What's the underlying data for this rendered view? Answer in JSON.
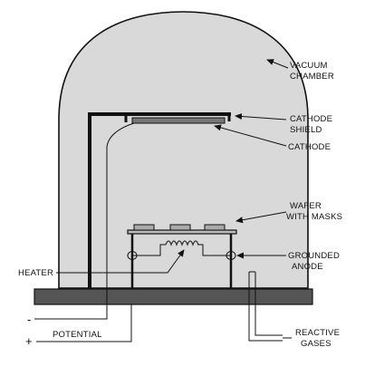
{
  "diagram": {
    "labels": {
      "vacuum_chamber_line1": "VACUUM",
      "vacuum_chamber_line2": "CHAMBER",
      "cathode_shield_line1": "CATHODE",
      "cathode_shield_line2": "SHIELD",
      "cathode": "CATHODE",
      "wafer_line1": "WAFER",
      "wafer_line2": "WITH MASKS",
      "grounded_anode_line1": "GROUNDED",
      "grounded_anode_line2": "ANODE",
      "heater": "HEATER",
      "potential": "POTENTIAL",
      "reactive_gases_line1": "REACTIVE",
      "reactive_gases_line2": "GASES",
      "minus_sign": "-",
      "plus_sign": "+"
    },
    "colors": {
      "chamber_fill": "#d9d9d9",
      "base_fill": "#555555",
      "line": "#111111"
    }
  }
}
